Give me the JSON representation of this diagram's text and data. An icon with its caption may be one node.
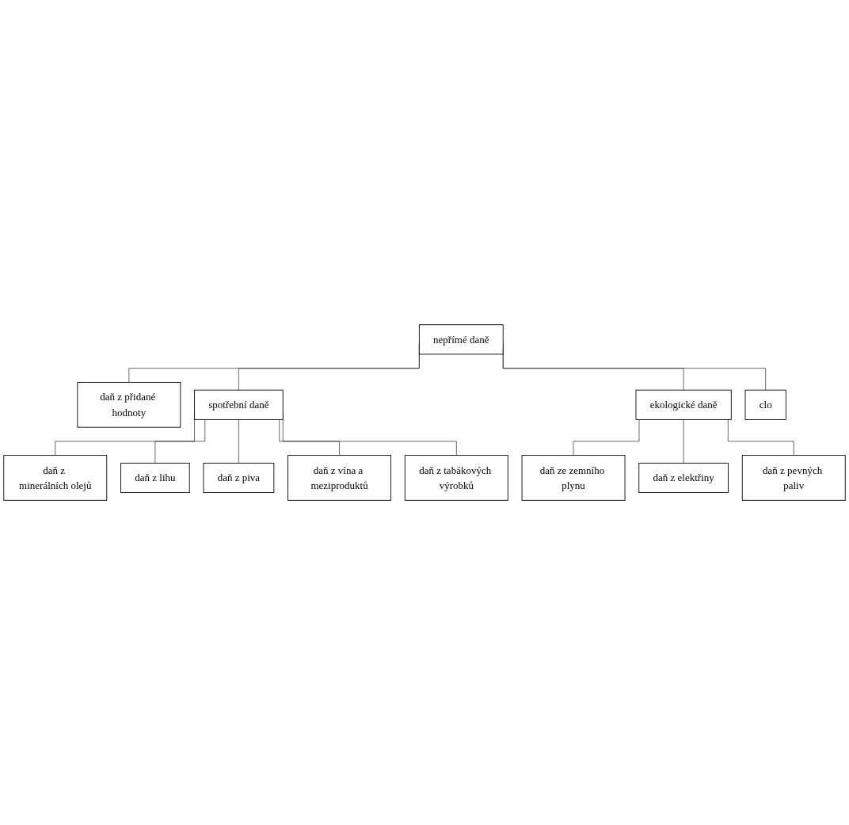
{
  "diagram": {
    "nodes": [
      {
        "text": [
          "nepřímé daně"
        ]
      },
      {
        "text": [
          "daň z přidané hodnoty"
        ]
      },
      {
        "text": [
          "spotřební daně"
        ]
      },
      {
        "text": [
          "ekologické daně"
        ]
      },
      {
        "text": [
          "clo"
        ]
      },
      {
        "text": [
          "daň z minerálních olejů"
        ]
      },
      {
        "text": [
          "daň z lihu"
        ]
      },
      {
        "text": [
          "daň z piva"
        ]
      },
      {
        "text": [
          "daň z vína a meziproduktů"
        ]
      },
      {
        "text": [
          "daň z tabákových výrobků"
        ]
      },
      {
        "text": [
          "daň ze zemního plynu"
        ]
      },
      {
        "text": [
          "daň z elektřiny"
        ]
      },
      {
        "text": [
          "daň z pevných paliv"
        ]
      }
    ],
    "edges": [
      {
        "from": 0,
        "to": 1,
        "arrow": "none"
      },
      {
        "from": 0,
        "to": 2,
        "arrow": "none"
      },
      {
        "from": 0,
        "to": 3,
        "arrow": "none"
      },
      {
        "from": 0,
        "to": 4,
        "arrow": "none"
      },
      {
        "from": 2,
        "to": 5,
        "arrow": "none"
      },
      {
        "from": 2,
        "to": 6,
        "arrow": "none"
      },
      {
        "from": 2,
        "to": 7,
        "arrow": "none"
      },
      {
        "from": 2,
        "to": 8,
        "arrow": "none"
      },
      {
        "from": 2,
        "to": 9,
        "arrow": "none"
      },
      {
        "from": 3,
        "to": 10,
        "arrow": "none"
      },
      {
        "from": 3,
        "to": 11,
        "arrow": "none"
      },
      {
        "from": 3,
        "to": 12,
        "arrow": "none"
      }
    ]
  }
}
